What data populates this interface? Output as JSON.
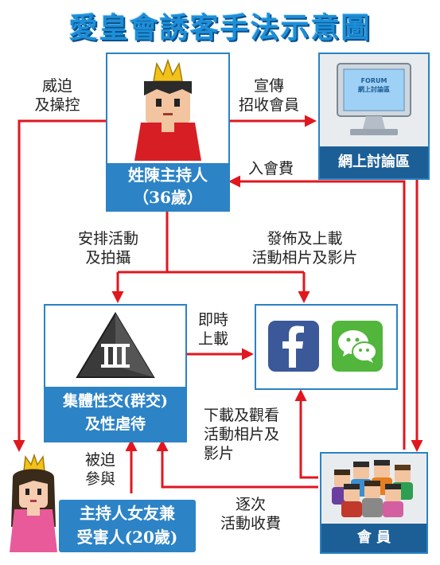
{
  "title": "愛皇會誘客手法示意圖",
  "nodes": {
    "host": {
      "line1": "姓陳主持人",
      "line2": "（36歲）"
    },
    "forum": {
      "label": "網上討論區",
      "screen_line1": "FORUM",
      "screen_line2": "網上討論區"
    },
    "group": {
      "line1": "集體性交(群交)",
      "line2": "及性虐待"
    },
    "social": {
      "icons": [
        "facebook-icon",
        "wechat-icon"
      ]
    },
    "members": {
      "label": "會 員"
    },
    "girlfriend": {
      "line1": "主持人女友兼",
      "line2": "受害人(20歲)"
    }
  },
  "edges": {
    "coerce": "威迫\n及操控",
    "promote": "宣傳\n招收會員",
    "join_fee": "入會費",
    "arrange": "安排活動\n及拍攝",
    "publish": "發佈及上載\n活動相片及影片",
    "instant_upload": "即時\n上載",
    "forced": "被迫\n參與",
    "download": "下載及觀看\n活動相片及\n影片",
    "per_fee": "逐次\n活動收費"
  },
  "colors": {
    "arrow": "#e0171f",
    "accent": "#2c83c6",
    "title": "#1d8fd8"
  }
}
